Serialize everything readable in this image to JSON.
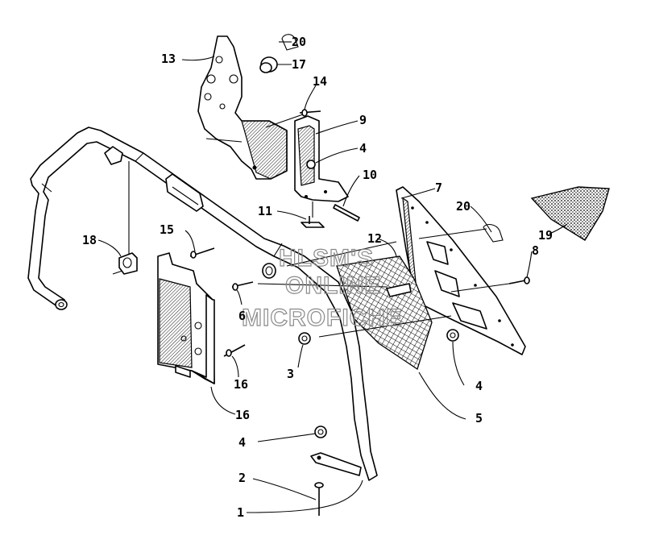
{
  "watermark": {
    "line1": "HLSM'S",
    "line2": "ONLINE",
    "line3": "MICROFICHE"
  },
  "callouts": [
    {
      "id": "1",
      "text": "1"
    },
    {
      "id": "2",
      "text": "2"
    },
    {
      "id": "3",
      "text": "3"
    },
    {
      "id": "4a",
      "text": "4"
    },
    {
      "id": "4b",
      "text": "4"
    },
    {
      "id": "4c",
      "text": "4"
    },
    {
      "id": "5",
      "text": "5"
    },
    {
      "id": "6",
      "text": "6"
    },
    {
      "id": "7",
      "text": "7"
    },
    {
      "id": "8",
      "text": "8"
    },
    {
      "id": "9",
      "text": "9"
    },
    {
      "id": "10",
      "text": "10"
    },
    {
      "id": "11",
      "text": "11"
    },
    {
      "id": "12",
      "text": "12"
    },
    {
      "id": "13",
      "text": "13"
    },
    {
      "id": "14",
      "text": "14"
    },
    {
      "id": "15",
      "text": "15"
    },
    {
      "id": "16a",
      "text": "16"
    },
    {
      "id": "16b",
      "text": "16"
    },
    {
      "id": "17",
      "text": "17"
    },
    {
      "id": "18",
      "text": "18"
    },
    {
      "id": "19",
      "text": "19"
    },
    {
      "id": "20a",
      "text": "20"
    },
    {
      "id": "20b",
      "text": "20"
    }
  ]
}
